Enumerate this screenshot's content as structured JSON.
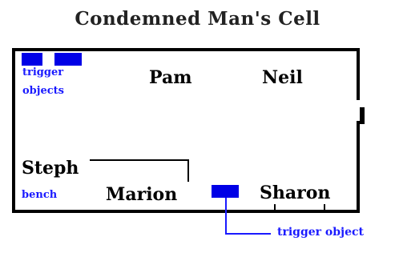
{
  "title": "Condemned Man's Cell",
  "people": {
    "pam": "Pam",
    "neil": "Neil",
    "steph": "Steph",
    "marion": "Marion",
    "sharon": "Sharon"
  },
  "labels": {
    "trigger_objects_line1": "trigger",
    "trigger_objects_line2": "objects",
    "bench": "bench",
    "trigger_object": "trigger object"
  },
  "colors": {
    "trigger_blue": "#0000e6",
    "label_blue": "#1a1aff",
    "wall": "#000000"
  }
}
